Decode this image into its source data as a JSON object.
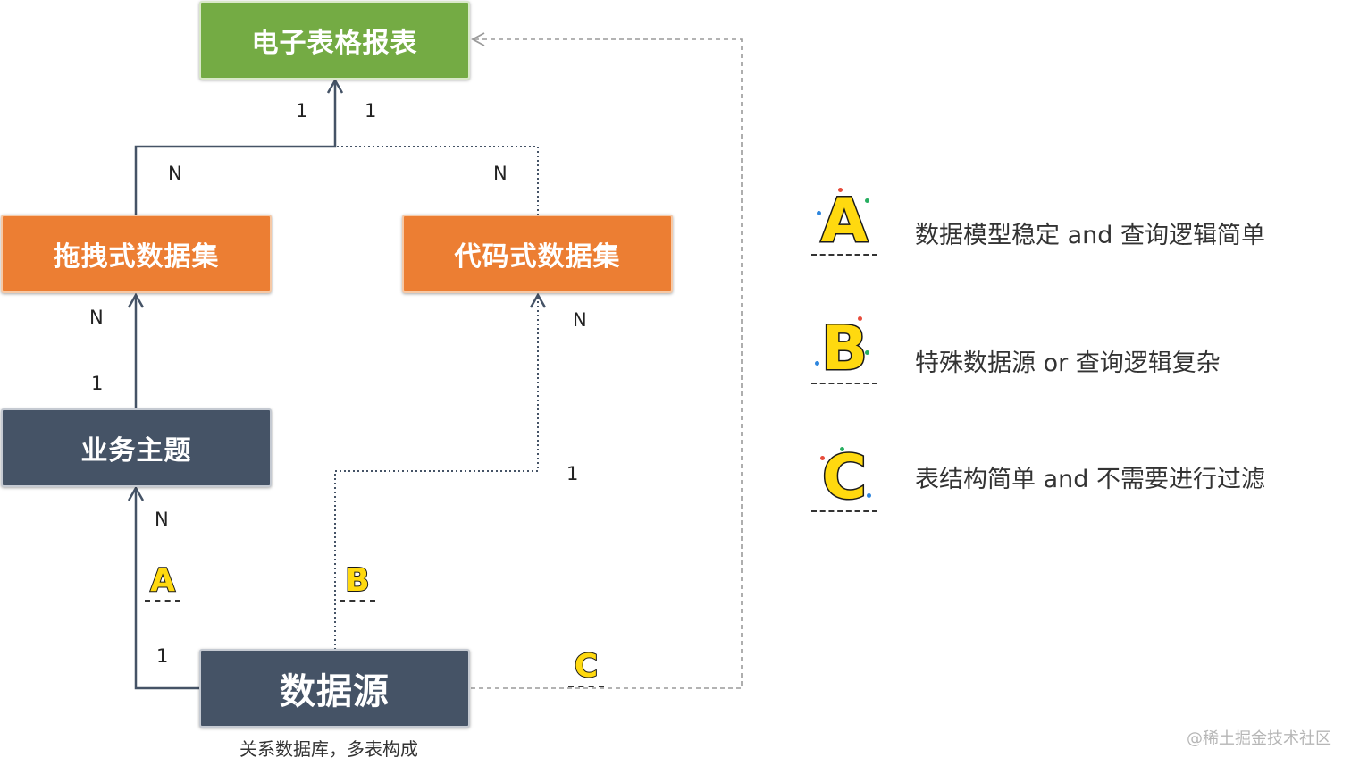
{
  "nodes": {
    "spreadsheet_report": "电子表格报表",
    "dragdrop_dataset": "拖拽式数据集",
    "code_dataset": "代码式数据集",
    "business_topic": "业务主题",
    "data_source": "数据源"
  },
  "data_source_caption": "关系数据库，多表构成",
  "edge_labels": {
    "report_left_1": "1",
    "report_right_1": "1",
    "dragdrop_top_N": "N",
    "code_top_N": "N",
    "dragdrop_bottom_N": "N",
    "topic_top_1": "1",
    "code_bottom_N": "N",
    "code_path_1": "1",
    "topic_bottom_N": "N",
    "source_left_1": "1"
  },
  "path_badges": {
    "a": "A",
    "b": "B",
    "c": "C"
  },
  "legend": [
    {
      "letter": "A",
      "text": "数据模型稳定 and 查询逻辑简单"
    },
    {
      "letter": "B",
      "text": "特殊数据源 or 查询逻辑复杂"
    },
    {
      "letter": "C",
      "text": "表结构简单 and 不需要进行过滤"
    }
  ],
  "watermark": "@稀土掘金技术社区",
  "colors": {
    "green": "#74ab44",
    "orange": "#ec7e33",
    "dark": "#455366",
    "badge_yellow": "#ffd90f",
    "line": "#455366"
  }
}
